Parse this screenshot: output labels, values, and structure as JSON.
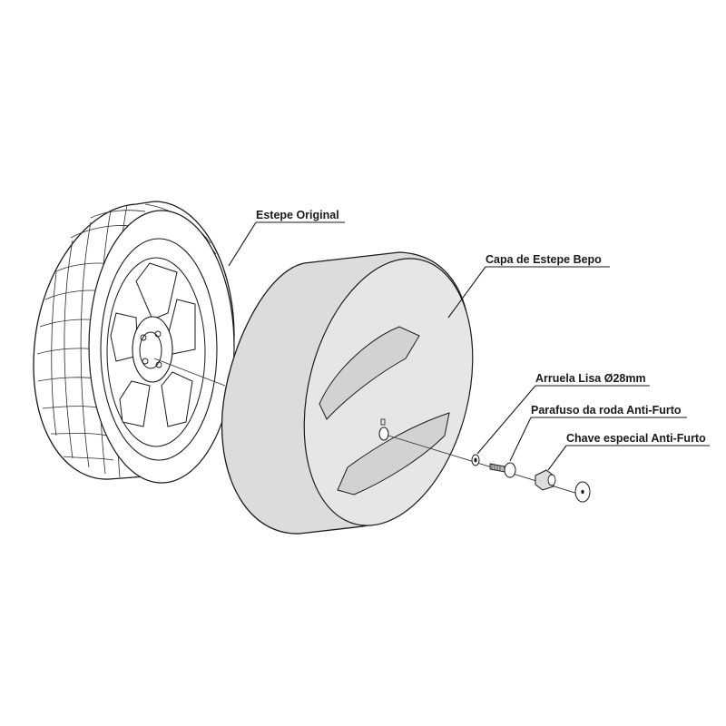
{
  "labels": {
    "spare_tire": "Estepe Original",
    "cover": "Capa de Estepe Bepo",
    "washer": "Arruela Lisa Ø28mm",
    "bolt": "Parafuso da roda Anti-Furto",
    "key": "Chave especial Anti-Furto"
  },
  "colors": {
    "line": "#1a1a1a",
    "cover_fill": "#dcdcdc",
    "cover_face": "#e6e6e6",
    "background": "#ffffff"
  }
}
